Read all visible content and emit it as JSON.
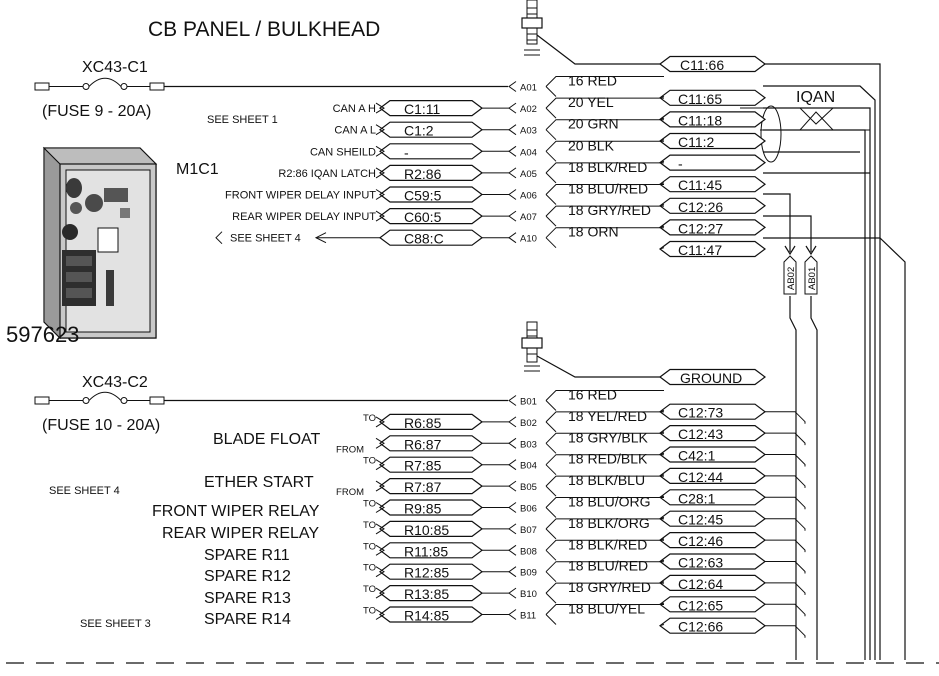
{
  "title": "CB PANEL / BULKHEAD",
  "part_number": "597623",
  "module_label": "M1C1",
  "iqan_label": "IQAN",
  "fuse_top": {
    "name": "XC43-C1",
    "rating": "(FUSE 9 - 20A)"
  },
  "fuse_bottom": {
    "name": "XC43-C2",
    "rating": "(FUSE 10 - 20A)"
  },
  "top_connector": {
    "right_label": "C11:66",
    "pins": [
      {
        "pin": "A01",
        "wire": "16 RED",
        "dest": "C11:65",
        "left_box": "",
        "left_label": "",
        "kind": "fuse"
      },
      {
        "pin": "A02",
        "wire": "20 YEL",
        "dest": "C11:18",
        "left_box": "C1:11",
        "left_label": "CAN A H"
      },
      {
        "pin": "A03",
        "wire": "20 GRN",
        "dest": "C11:2",
        "left_box": "C1:2",
        "left_label": "CAN A L"
      },
      {
        "pin": "A04",
        "wire": "20 BLK",
        "dest": "-",
        "left_box": "-",
        "left_label": "CAN SHEILD"
      },
      {
        "pin": "A05",
        "wire": "18 BLK/RED",
        "dest": "C11:45",
        "left_box": "R2:86",
        "left_label": "R2:86 IQAN LATCH"
      },
      {
        "pin": "A06",
        "wire": "18 BLU/RED",
        "dest": "C12:26",
        "left_box": "C59:5",
        "left_label": "FRONT WIPER DELAY INPUT"
      },
      {
        "pin": "A07",
        "wire": "18 GRY/RED",
        "dest": "C12:27",
        "left_box": "C60:5",
        "left_label": "REAR WIPER DELAY INPUT"
      },
      {
        "pin": "A10",
        "wire": "18 ORN",
        "dest": "C11:47",
        "left_box": "C88:C",
        "left_label": "SEE SHEET 4"
      }
    ]
  },
  "bottom_connector": {
    "right_label": "GROUND",
    "pins": [
      {
        "pin": "B01",
        "wire": "16 RED",
        "dest": "C12:73",
        "left_box": "",
        "dir": ""
      },
      {
        "pin": "B02",
        "wire": "18 YEL/RED",
        "dest": "C12:43",
        "left_box": "R6:85",
        "dir": "TO"
      },
      {
        "pin": "B03",
        "wire": "18 GRY/BLK",
        "dest": "C42:1",
        "left_box": "R6:87",
        "dir": "FROM"
      },
      {
        "pin": "B04",
        "wire": "18 RED/BLK",
        "dest": "C12:44",
        "left_box": "R7:85",
        "dir": "TO"
      },
      {
        "pin": "B05",
        "wire": "18 BLK/BLU",
        "dest": "C28:1",
        "left_box": "R7:87",
        "dir": "FROM"
      },
      {
        "pin": "B06",
        "wire": "18 BLU/ORG",
        "dest": "C12:45",
        "left_box": "R9:85",
        "dir": "TO"
      },
      {
        "pin": "B07",
        "wire": "18 BLK/ORG",
        "dest": "C12:46",
        "left_box": "R10:85",
        "dir": "TO"
      },
      {
        "pin": "B08",
        "wire": "18 BLK/RED",
        "dest": "C12:63",
        "left_box": "R11:85",
        "dir": "TO"
      },
      {
        "pin": "B09",
        "wire": "18 BLU/RED",
        "dest": "C12:64",
        "left_box": "R12:85",
        "dir": "TO"
      },
      {
        "pin": "B10",
        "wire": "18 GRY/RED",
        "dest": "C12:65",
        "left_box": "R13:85",
        "dir": "TO"
      },
      {
        "pin": "B11",
        "wire": "18 BLU/YEL",
        "dest": "C12:66",
        "left_box": "R14:85",
        "dir": "TO"
      }
    ]
  },
  "labels": {
    "see_sheet_1": "SEE SHEET 1",
    "see_sheet_4": "SEE SHEET 4",
    "see_sheet_3": "SEE SHEET 3",
    "blade_float": "BLADE FLOAT",
    "ether_start": "ETHER START",
    "front_wiper_relay": "FRONT WIPER RELAY",
    "rear_wiper_relay": "REAR WIPER RELAY",
    "spare_r11": "SPARE R11",
    "spare_r12": "SPARE R12",
    "spare_r13": "SPARE R13",
    "spare_r14": "SPARE R14",
    "ab02": "AB02",
    "ab01": "AB01"
  },
  "icons": [
    "fuse-icon",
    "module-icon",
    "stud-icon",
    "twisted-pair-icon",
    "connector-arrow-icon"
  ]
}
